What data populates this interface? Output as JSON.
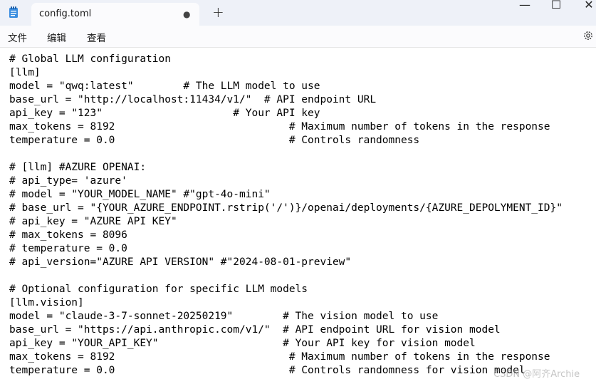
{
  "tab": {
    "title": "config.toml",
    "modified_indicator": "●",
    "new_tab_symbol": "+"
  },
  "window_controls": {
    "minimize": "—",
    "maximize": "☐",
    "close": "✕"
  },
  "menu": {
    "file": "文件",
    "edit": "编辑",
    "view": "查看"
  },
  "icons": {
    "app": "notepad-icon",
    "settings": "gear-icon"
  },
  "editor": {
    "lines": [
      "# Global LLM configuration",
      "[llm]",
      "model = \"qwq:latest\"        # The LLM model to use",
      "base_url = \"http://localhost:11434/v1/\"  # API endpoint URL",
      "api_key = \"123\"                     # Your API key",
      "max_tokens = 8192                            # Maximum number of tokens in the response",
      "temperature = 0.0                            # Controls randomness",
      "",
      "# [llm] #AZURE OPENAI:",
      "# api_type= 'azure'",
      "# model = \"YOUR_MODEL_NAME\" #\"gpt-4o-mini\"",
      "# base_url = \"{YOUR_AZURE_ENDPOINT.rstrip('/')}/openai/deployments/{AZURE_DEPOLYMENT_ID}\"",
      "# api_key = \"AZURE API KEY\"",
      "# max_tokens = 8096",
      "# temperature = 0.0",
      "# api_version=\"AZURE API VERSION\" #\"2024-08-01-preview\"",
      "",
      "# Optional configuration for specific LLM models",
      "[llm.vision]",
      "model = \"claude-3-7-sonnet-20250219\"        # The vision model to use",
      "base_url = \"https://api.anthropic.com/v1/\"  # API endpoint URL for vision model",
      "api_key = \"YOUR_API_KEY\"                    # Your API key for vision model",
      "max_tokens = 8192                            # Maximum number of tokens in the response",
      "temperature = 0.0                            # Controls randomness for vision model"
    ]
  },
  "watermark": "CSDN @阿齐Archie"
}
